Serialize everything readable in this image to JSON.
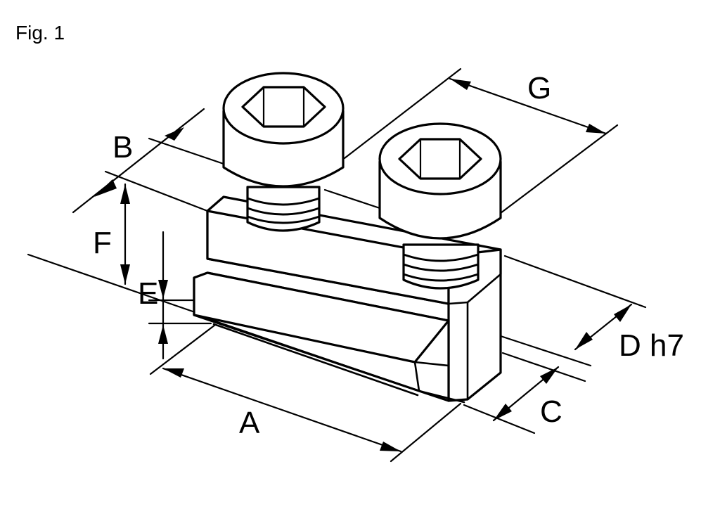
{
  "figure": {
    "title": "Fig. 1",
    "dimension_labels": {
      "a": "A",
      "b": "B",
      "c": "C",
      "d": "D h7",
      "e": "E",
      "f": "F",
      "g": "G"
    }
  }
}
